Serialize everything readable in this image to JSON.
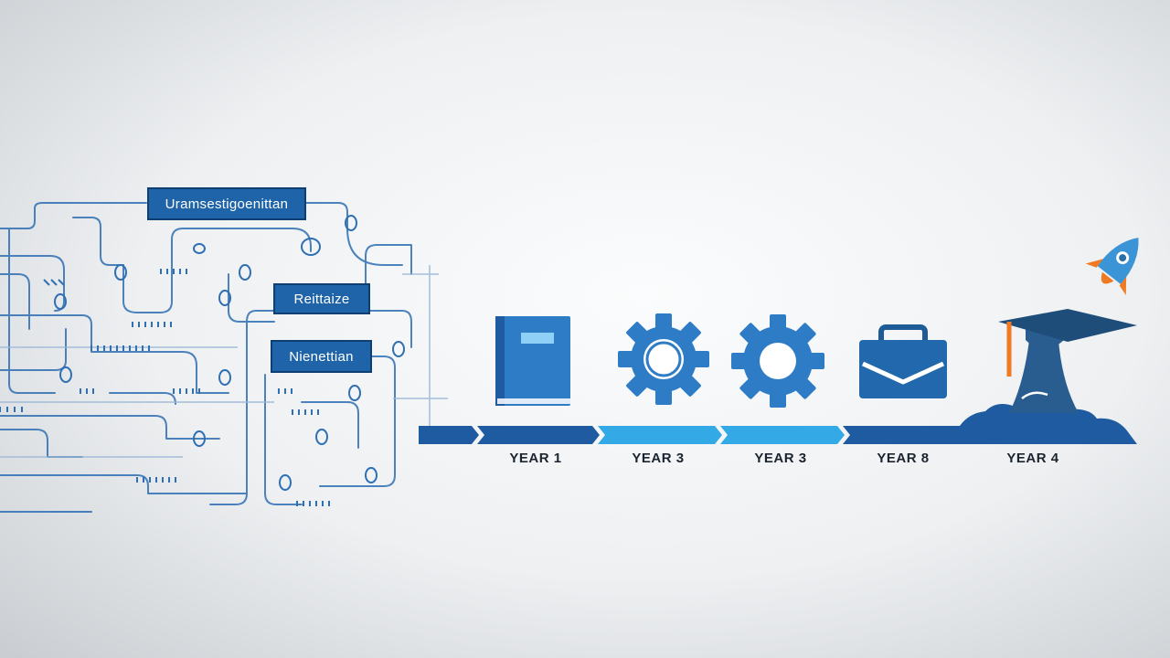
{
  "colors": {
    "circuit": "#2f6fb3",
    "circuit_faint": "#9cb7d6",
    "label_bg": "#1f64a8",
    "timeline_dark": "#1f5ba0",
    "timeline_light": "#33a9e6",
    "icon_blue": "#2e7cc6",
    "navy": "#1e4d79",
    "rocket_orange": "#f07a21"
  },
  "circuit": {
    "labels": [
      "Uramsestigoenittan",
      "Reittaize",
      "Nienettian"
    ]
  },
  "timeline": {
    "stages": [
      {
        "label": "YEAR 1",
        "icon": "book-icon"
      },
      {
        "label": "YEAR 3",
        "icon": "gear-icon"
      },
      {
        "label": "YEAR 3",
        "icon": "gear-icon"
      },
      {
        "label": "YEAR 8",
        "icon": "briefcase-icon"
      },
      {
        "label": "YEAR 4",
        "icon": "graduation-cap-icon"
      }
    ],
    "finale_icon": "rocket-icon"
  }
}
